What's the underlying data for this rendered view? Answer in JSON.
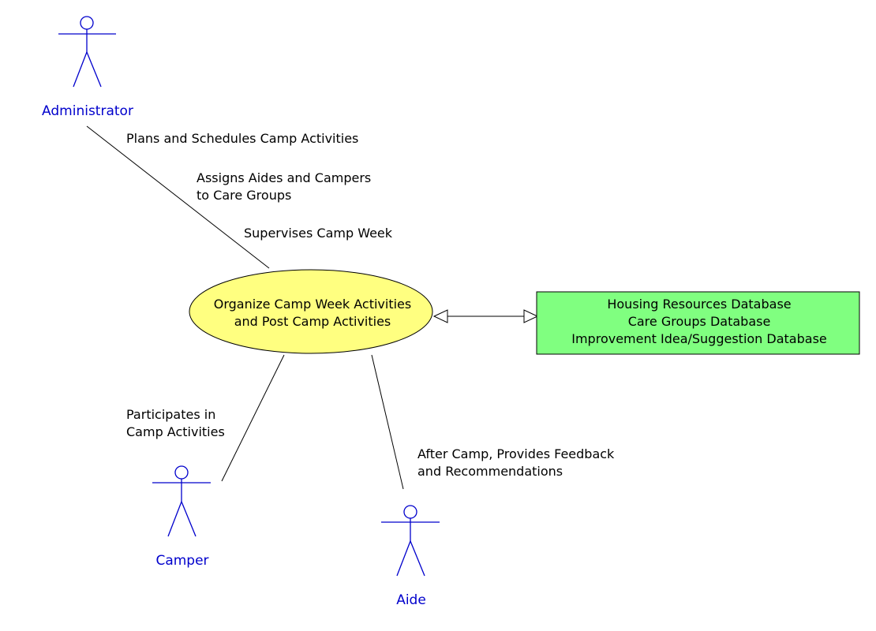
{
  "actors": {
    "administrator": "Administrator",
    "camper": "Camper",
    "aide": "Aide"
  },
  "use_case": {
    "line1": "Organize Camp Week Activities",
    "line2": "and Post Camp Activities"
  },
  "database": {
    "line1": "Housing Resources Database",
    "line2": "Care Groups Database",
    "line3": "Improvement Idea/Suggestion Database"
  },
  "annotations": {
    "plans": "Plans and Schedules Camp Activities",
    "assigns1": "Assigns Aides and Campers",
    "assigns2": "to Care Groups",
    "supervises": "Supervises Camp Week",
    "participates1": "Participates in",
    "participates2": "Camp Activities",
    "feedback1": "After Camp, Provides Feedback",
    "feedback2": "and Recommendations"
  },
  "colors": {
    "actor": "#0000cc",
    "use_case_fill": "#ffff80",
    "database_fill": "#80ff80",
    "line": "#000000"
  }
}
